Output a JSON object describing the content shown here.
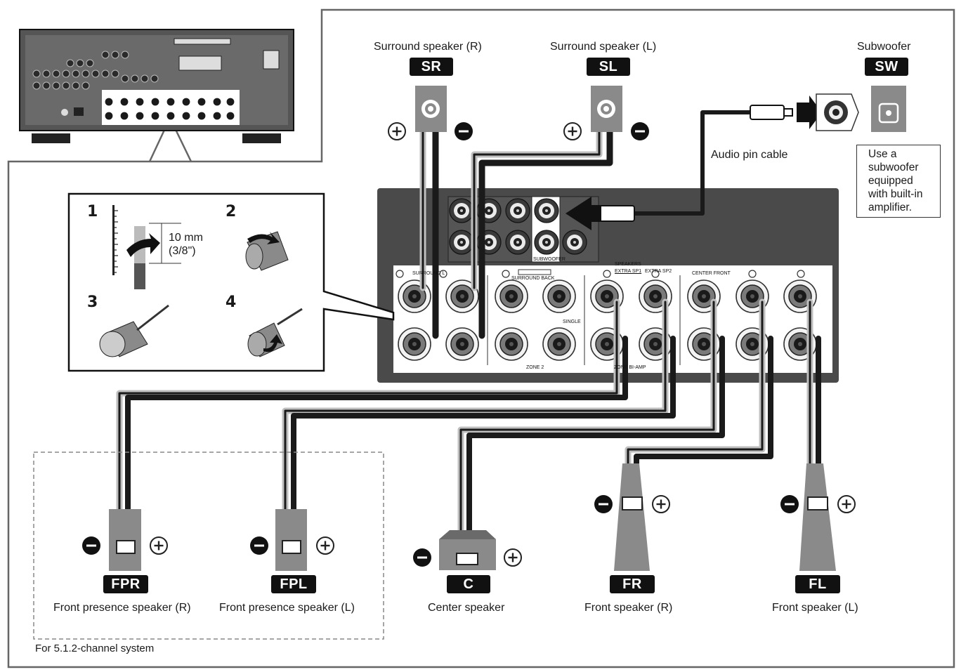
{
  "speakers": {
    "surround_r": {
      "name": "Surround speaker (R)",
      "badge": "SR"
    },
    "surround_l": {
      "name": "Surround speaker (L)",
      "badge": "SL"
    },
    "subwoofer": {
      "name": "Subwoofer",
      "badge": "SW"
    },
    "front_presence_r": {
      "name": "Front presence speaker (R)",
      "badge": "FPR"
    },
    "front_presence_l": {
      "name": "Front presence speaker (L)",
      "badge": "FPL"
    },
    "center": {
      "name": "Center speaker",
      "badge": "C"
    },
    "front_r": {
      "name": "Front speaker (R)",
      "badge": "FR"
    },
    "front_l": {
      "name": "Front speaker (L)",
      "badge": "FL"
    }
  },
  "cable_label": "Audio pin cable",
  "subwoofer_note": "Use a\nsubwoofer\nequipped\nwith built-in\namplifier.",
  "system_note": "For 5.1.2-channel system",
  "wiring_steps": {
    "step_labels": [
      "1",
      "2",
      "3",
      "4"
    ],
    "strip_length": "10 mm",
    "strip_length_inch": "(3/8\")"
  },
  "polarity": {
    "plus": "+",
    "minus": "−"
  },
  "panel_labels": {
    "speakers": "SPEAKERS",
    "extra_sp1": "EXTRA SP1",
    "extra_sp2": "EXTRA SP2",
    "surround_back": "SURROUND BACK",
    "single": "SINGLE",
    "zone2": "ZONE 2",
    "zone_biamp": "ZONE BI-AMP",
    "center_front": "CENTER FRONT",
    "subwoofer_pre": "SUBWOOFER",
    "surround_lr": "SURROUND L"
  },
  "colors": {
    "panel": "#4a4a4a",
    "badge": "#111111",
    "wire_dark": "#1a1a1a",
    "wire_light": "#bfbfbf"
  }
}
